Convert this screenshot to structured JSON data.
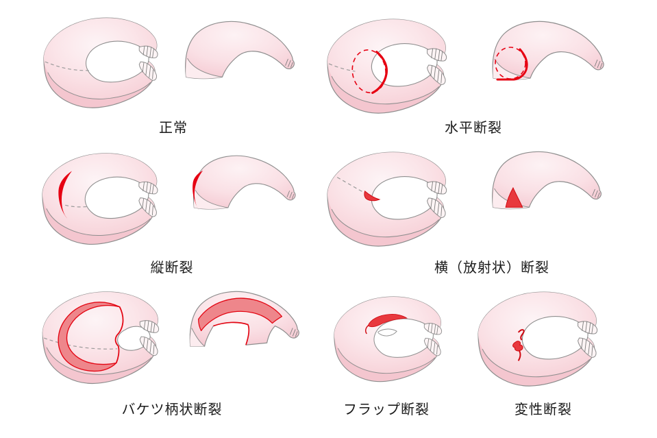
{
  "figure": {
    "panels": [
      {
        "id": "normal",
        "label": "正常"
      },
      {
        "id": "horizontal",
        "label": "水平断裂"
      },
      {
        "id": "vertical",
        "label": "縦断裂"
      },
      {
        "id": "radial",
        "label": "横（放射状）断裂"
      },
      {
        "id": "bucket_handle",
        "label": "バケツ柄状断裂"
      },
      {
        "id": "flap",
        "label": "フラップ断裂"
      },
      {
        "id": "degenerative",
        "label": "変性断裂"
      }
    ],
    "colors": {
      "meniscus_pink": "#f9dde2",
      "meniscus_pink_deep": "#f4c6cf",
      "outline_gray": "#8d8d8d",
      "tear_red": "#e60012",
      "tear_gap_fill": "#ee868b",
      "label_text": "#1a1a1a",
      "background": "#ffffff"
    }
  }
}
